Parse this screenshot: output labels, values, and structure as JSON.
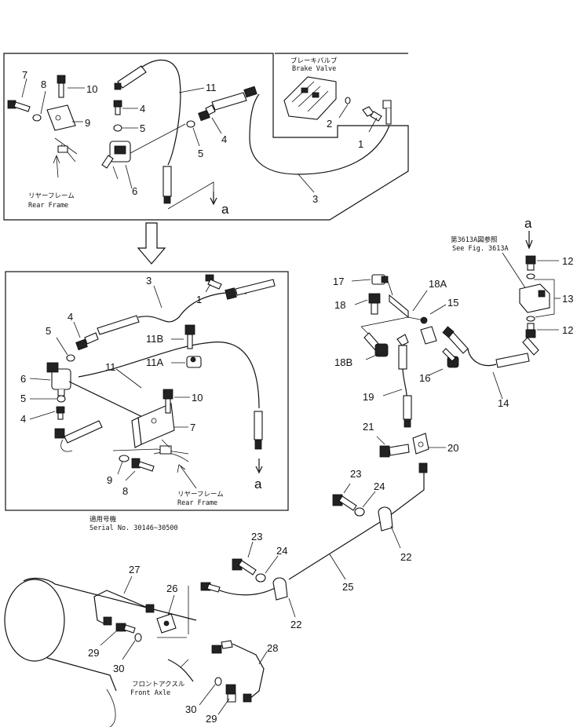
{
  "callouts": {
    "c1": "1",
    "c2": "2",
    "c3": "3",
    "c4": "4",
    "c5": "5",
    "c6": "6",
    "c7": "7",
    "c8": "8",
    "c9": "9",
    "c10": "10",
    "c11": "11",
    "c11a": "11A",
    "c11b": "11B",
    "c12": "12",
    "c13": "13",
    "c14": "14",
    "c15": "15",
    "c16": "16",
    "c17": "17",
    "c18": "18",
    "c18a": "18A",
    "c18b": "18B",
    "c19": "19",
    "c20": "20",
    "c21": "21",
    "c22": "22",
    "c23": "23",
    "c24": "24",
    "c25": "25",
    "c26": "26",
    "c27": "27",
    "c28": "28",
    "c29": "29",
    "c30": "30"
  },
  "ref": {
    "a": "a"
  },
  "captions": {
    "brake_valve_jp": "ブレーキバルブ",
    "brake_valve_en": "Brake Valve",
    "rear_frame_jp": "リヤーフレーム",
    "rear_frame_en": "Rear Frame",
    "see_fig_jp": "第3613A図参照",
    "see_fig_en": "See Fig. 3613A",
    "serial_jp": "適用号機",
    "serial_en": "Serial No. 30146~30500",
    "front_axle_jp": "フロントアクスル",
    "front_axle_en": "Front Axle"
  }
}
